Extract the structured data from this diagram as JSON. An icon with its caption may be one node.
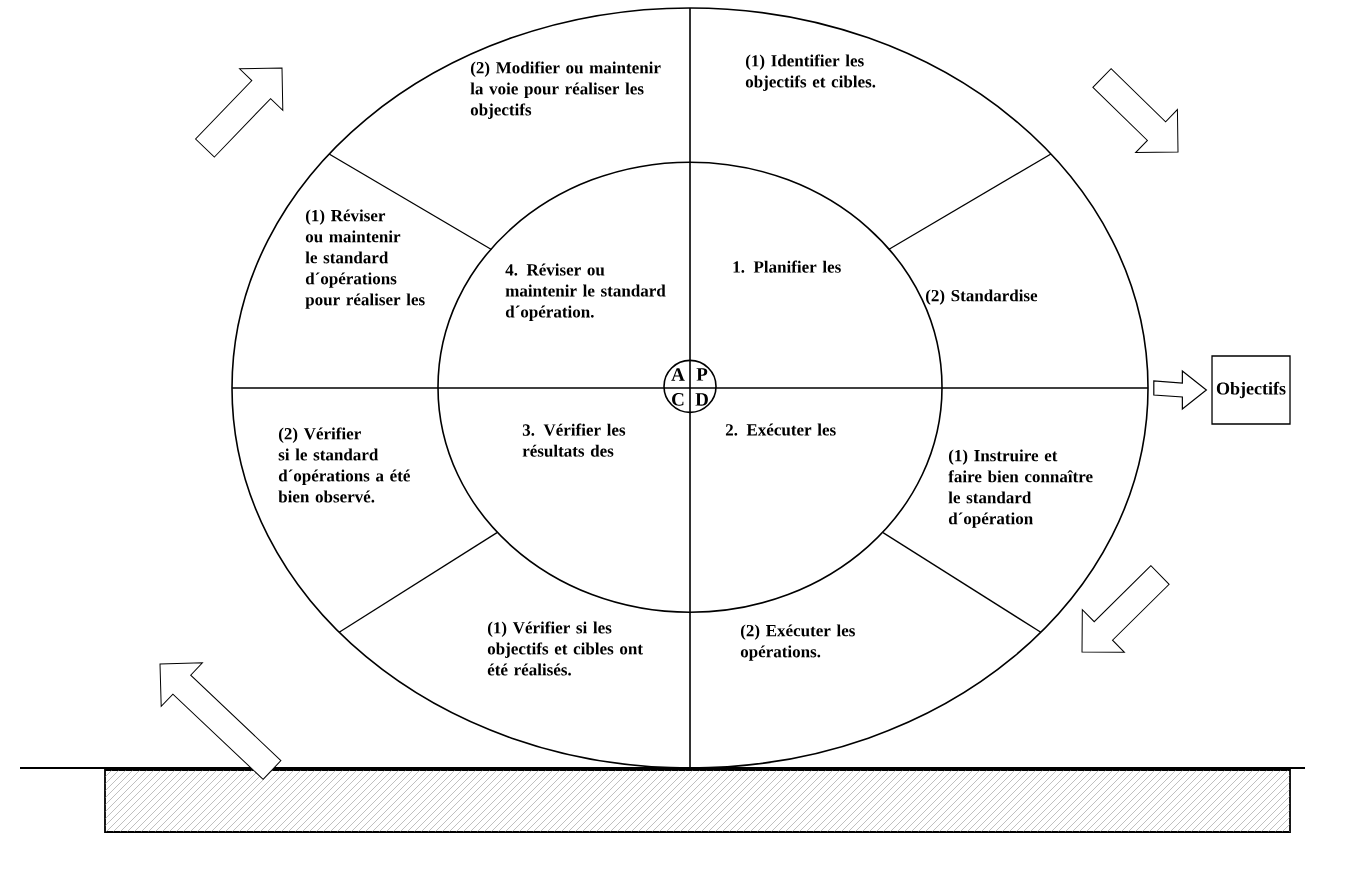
{
  "diagram": {
    "nodes": [
      {
        "text": [],
        "shape": "circle"
      },
      {
        "text": [
          "(2) Modifier ou maintenir la voie pour réaliser les objectifs"
        ],
        "in": 0
      },
      {
        "text": [
          "(1) Identifier les objectifs et cibles."
        ],
        "in": 0
      },
      {
        "text": [
          "(1) Réviser ou maintenir le standard d´opérations pour réaliser les"
        ],
        "in": 0
      },
      {
        "text": [],
        "shape": "circle",
        "in": 0
      },
      {
        "text": [
          "4. Réviser ou maintenir le standard d´opération."
        ],
        "in": 4
      },
      {
        "text": [
          "1. Planifier les"
        ],
        "in": 4
      },
      {
        "text": [
          "(2) Standardise"
        ],
        "in": 0
      },
      {
        "text": [
          "A",
          "P",
          "C",
          "D"
        ],
        "in": 4
      },
      {
        "text": [
          "3. Vérifier les résultats des"
        ],
        "in": 4
      },
      {
        "text": [
          "2. Exécuter les"
        ],
        "in": 4
      },
      {
        "text": [
          "(1) Instruire et faire bien connaître le standard d´opération"
        ],
        "in": 0
      },
      {
        "text": [
          "(2) Vérifier si le standard d´opérations a été bien observé."
        ],
        "in": 0
      },
      {
        "text": [
          "(1) Vérifier si les objectifs et cibles ont été réalisés."
        ],
        "in": 0
      },
      {
        "text": [
          "(2) Exécuter les opérations."
        ],
        "in": 0
      },
      {
        "text": [
          "Objectifs"
        ]
      }
    ],
    "edges": [
      {
        "from": 0,
        "to": 15,
        "arrow": "to"
      }
    ]
  }
}
